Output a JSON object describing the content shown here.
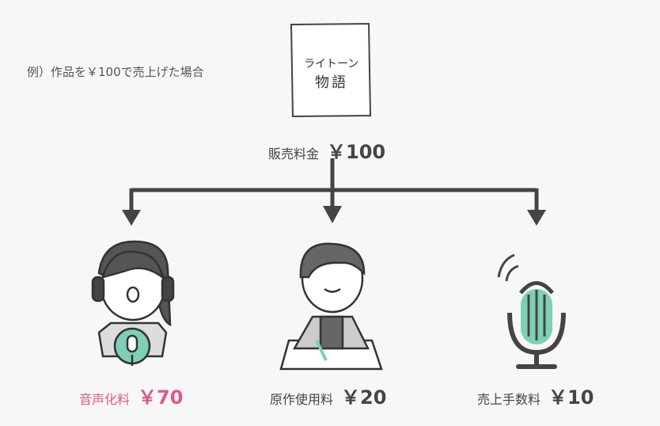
{
  "example_note": "例）作品を￥100で売上げた場合",
  "book": {
    "title_line1": "ライトーン",
    "title_line2": "物語"
  },
  "sale": {
    "label": "販売料金",
    "amount": "￥100"
  },
  "splits": [
    {
      "label": "音声化料",
      "amount": "￥70",
      "icon": "narrator-with-microphone-icon"
    },
    {
      "label": "原作使用料",
      "amount": "￥20",
      "icon": "author-writing-icon"
    },
    {
      "label": "売上手数料",
      "amount": "￥10",
      "icon": "microphone-icon"
    }
  ],
  "colors": {
    "accent_pink": "#e0588a",
    "teal": "#7fcfb8",
    "line": "#444444"
  }
}
